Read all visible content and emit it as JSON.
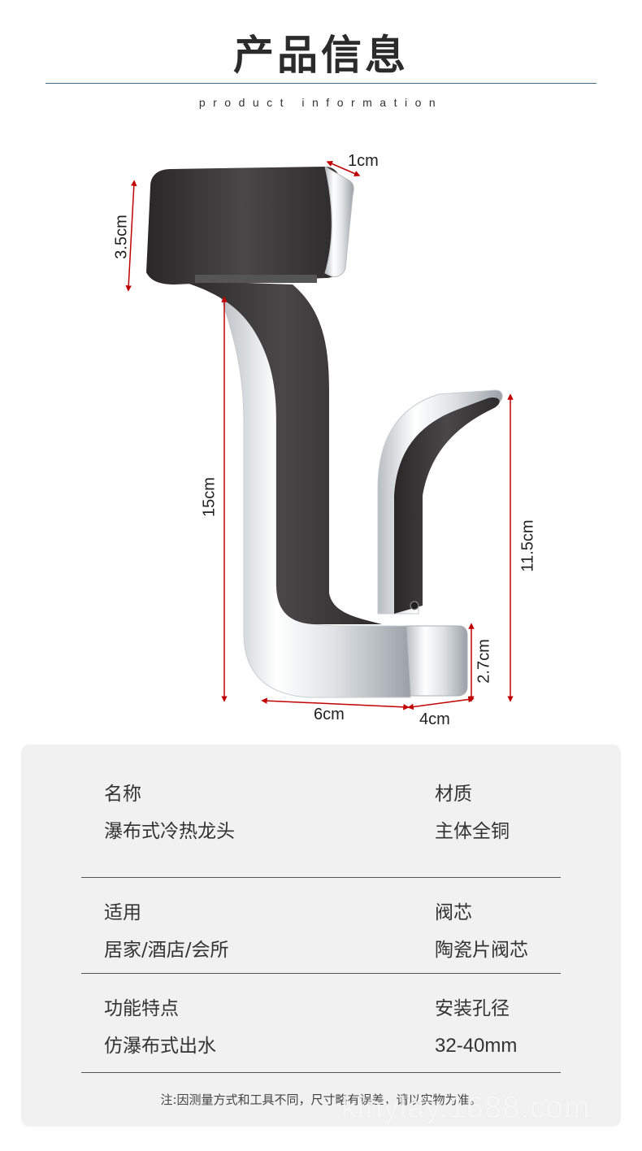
{
  "header": {
    "title": "产品信息",
    "subtitle": "product information"
  },
  "dimensions": {
    "spout_width": "1cm",
    "spout_height": "3.5cm",
    "body_height": "15cm",
    "handle_height": "11.5cm",
    "base_height": "2.7cm",
    "base_length": "6cm",
    "base_width": "4cm"
  },
  "colors": {
    "handle_black": "#3a3738",
    "chrome": "#e6e8ea",
    "dimension_red": "#c00000",
    "card_bg": "#f1f1f1",
    "title_rule": "#3e6f86"
  },
  "specs": {
    "rows": [
      {
        "left_label": "名称",
        "left_value": "瀑布式冷热龙头",
        "right_label": "材质",
        "right_value": "主体全铜"
      },
      {
        "left_label": "适用",
        "left_value": "居家/酒店/会所",
        "right_label": "阀芯",
        "right_value": "陶瓷片阀芯"
      },
      {
        "left_label": "功能特点",
        "left_value": "仿瀑布式出水",
        "right_label": "安装孔径",
        "right_value": "32-40mm"
      }
    ],
    "note": "注:因测量方式和工具不同，尺寸略有误差，请以实物为准。"
  },
  "watermark": "kinylay.1688.com"
}
